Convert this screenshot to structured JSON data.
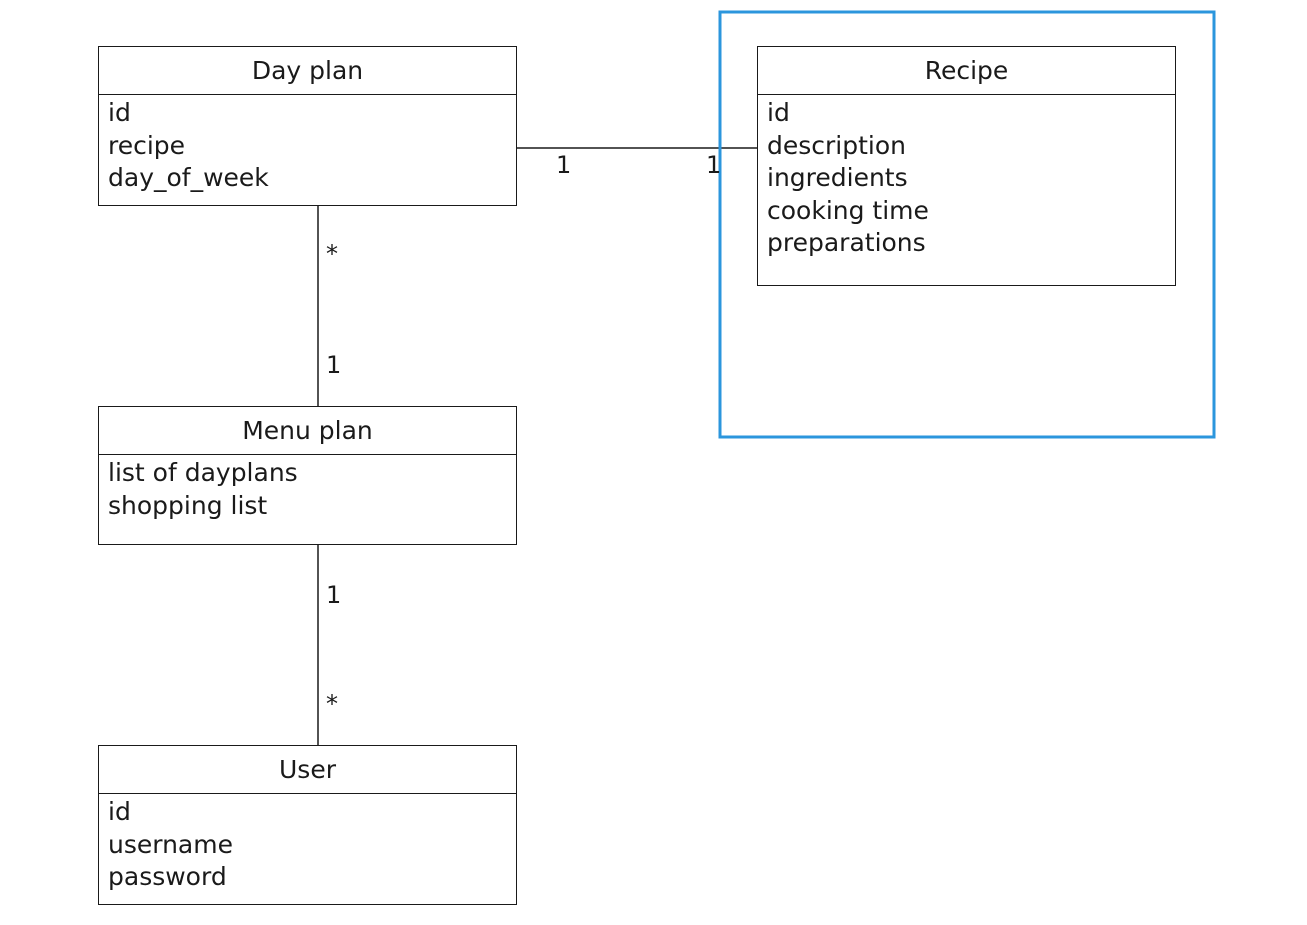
{
  "diagram": {
    "classes": {
      "day_plan": {
        "name": "Day plan",
        "attributes": [
          "id",
          "recipe",
          "day_of_week"
        ]
      },
      "recipe": {
        "name": "Recipe",
        "attributes": [
          "id",
          "description",
          "ingredients",
          "cooking time",
          "preparations"
        ]
      },
      "menu_plan": {
        "name": "Menu plan",
        "attributes": [
          "list of dayplans",
          "shopping list"
        ]
      },
      "user": {
        "name": "User",
        "attributes": [
          "id",
          "username",
          "password"
        ]
      }
    },
    "associations": [
      {
        "from": "day_plan",
        "to": "recipe",
        "from_multiplicity": "1",
        "to_multiplicity": "1"
      },
      {
        "from": "day_plan",
        "to": "menu_plan",
        "from_multiplicity": "*",
        "to_multiplicity": "1"
      },
      {
        "from": "menu_plan",
        "to": "user",
        "from_multiplicity": "1",
        "to_multiplicity": "*"
      }
    ],
    "selection": {
      "target": "recipe",
      "color": "#2b96dd"
    },
    "colors": {
      "line": "#1a1a1a",
      "background": "#ffffff"
    }
  }
}
